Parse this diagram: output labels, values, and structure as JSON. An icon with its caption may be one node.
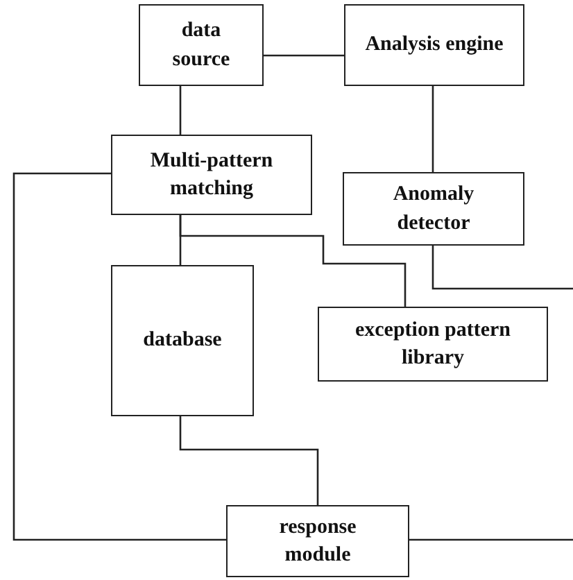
{
  "diagram": {
    "nodes": [
      {
        "text": [
          "data source"
        ]
      },
      {
        "text": [
          "Analysis engine"
        ]
      },
      {
        "text": [
          "Multi-pattern matching"
        ]
      },
      {
        "text": [
          "Anomaly detector"
        ]
      },
      {
        "text": [
          "database"
        ]
      },
      {
        "text": [
          "exception pattern library"
        ]
      },
      {
        "text": [
          "response module"
        ]
      }
    ],
    "edges": [
      {
        "from": 0,
        "to": 1,
        "arrow": "none"
      },
      {
        "from": 0,
        "to": 2,
        "arrow": "none"
      },
      {
        "from": 1,
        "to": 3,
        "arrow": "none"
      },
      {
        "from": 2,
        "to": 6,
        "arrow": "none"
      },
      {
        "from": 2,
        "to": 4,
        "arrow": "none"
      },
      {
        "from": 2,
        "to": 5,
        "arrow": "none"
      },
      {
        "from": 3,
        "to": null,
        "arrow": "none"
      },
      {
        "from": 4,
        "to": 6,
        "arrow": "none"
      },
      {
        "from": 6,
        "to": null,
        "arrow": "none"
      }
    ]
  }
}
